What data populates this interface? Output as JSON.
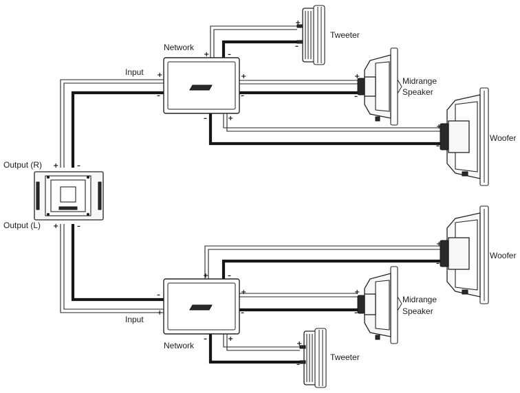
{
  "labels": {
    "network": "Network",
    "input": "Input",
    "tweeter": "Tweeter",
    "midrange_line1": "Midrange",
    "midrange_line2": "Speaker",
    "woofer": "Woofer",
    "output_r": "Output (R)",
    "output_l": "Output (L)"
  },
  "polarity": {
    "positive": "+",
    "negative": "–"
  },
  "colors": {
    "wire": "#161616",
    "outline": "#222222",
    "background": "#ffffff"
  },
  "icons": {
    "amplifier": "amplifier-icon",
    "network": "crossover-network-icon",
    "tweeter": "tweeter-speaker-icon",
    "midrange": "midrange-speaker-icon",
    "woofer": "woofer-speaker-icon"
  }
}
